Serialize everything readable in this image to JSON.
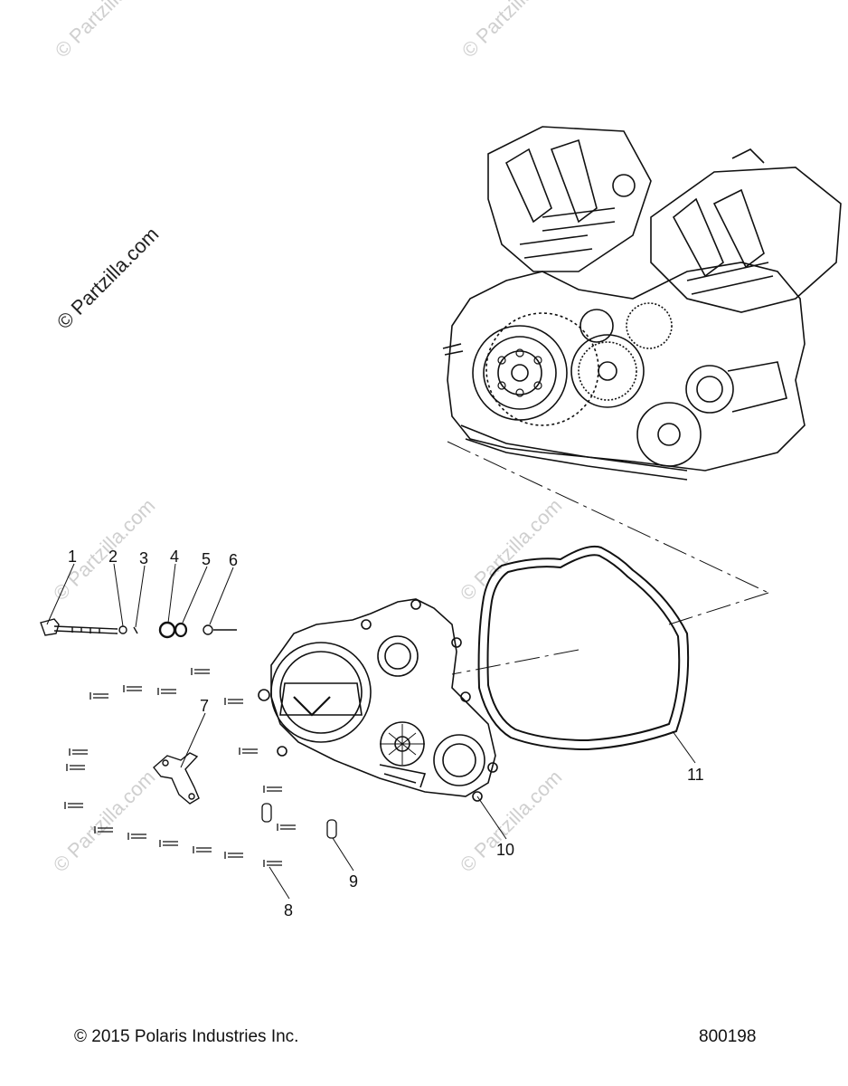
{
  "watermark": {
    "text": "© Partzilla.com",
    "count": 7
  },
  "callouts": [
    {
      "num": "1"
    },
    {
      "num": "2"
    },
    {
      "num": "3"
    },
    {
      "num": "4"
    },
    {
      "num": "5"
    },
    {
      "num": "6"
    },
    {
      "num": "7"
    },
    {
      "num": "8"
    },
    {
      "num": "9"
    },
    {
      "num": "10"
    },
    {
      "num": "11"
    }
  ],
  "footer": {
    "copyright": "© 2015 Polaris Industries Inc.",
    "drawing_number": "800198"
  },
  "colors": {
    "line": "#111111",
    "watermark": "#cfcfcf",
    "background": "#ffffff"
  }
}
